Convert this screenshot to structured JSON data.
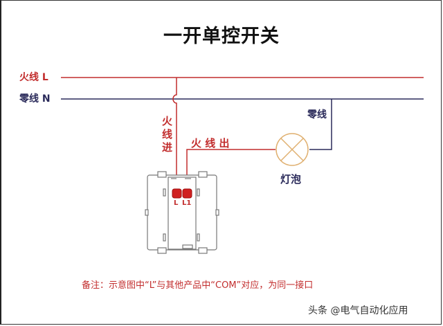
{
  "title": "一开单控开关",
  "lines": {
    "live": {
      "label": "火线 L",
      "color": "#c22d2d"
    },
    "neutral": {
      "label": "零线 N",
      "color": "#2a2a5a"
    }
  },
  "labels": {
    "live_in": [
      "火",
      "线",
      "进"
    ],
    "live_out": "火 线 出",
    "neutral_branch": "零线",
    "bulb": "灯泡",
    "terminal_l": "L",
    "terminal_l1": "L1"
  },
  "note": "备注：示意图中“L”与其他产品中“COM”对应，为同一接口",
  "watermark": "头条 @电气自动化应用",
  "colors": {
    "live": "#c22d2d",
    "neutral": "#2a2a5a",
    "bulb": "#e0b070",
    "switch": "#777777"
  }
}
